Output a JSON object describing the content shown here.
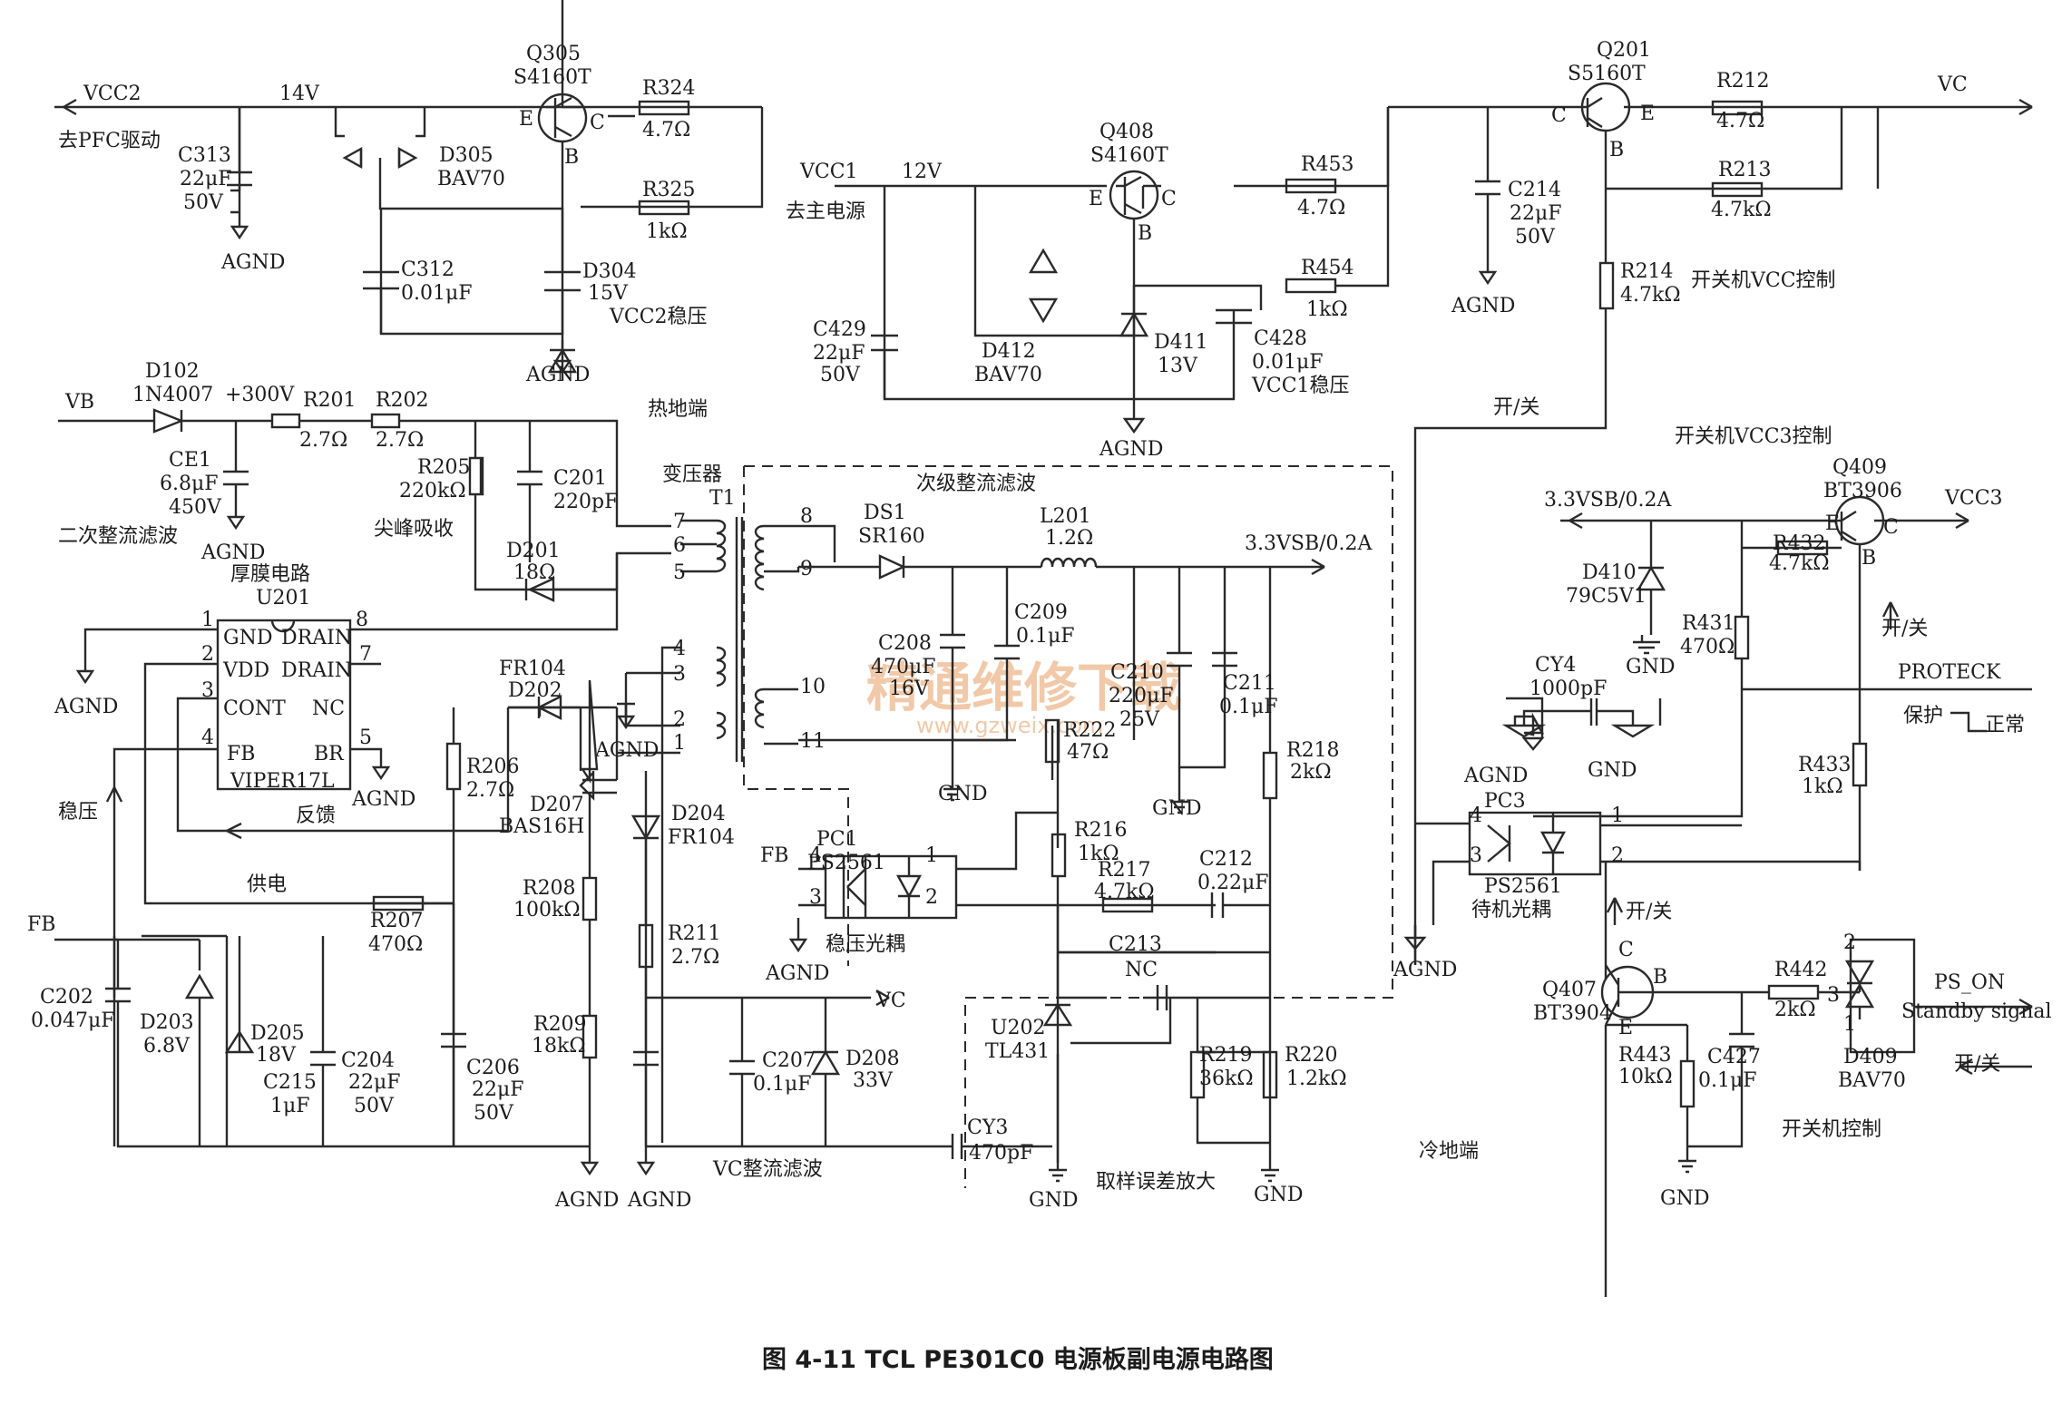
{
  "caption": "图 4-11   TCL PE301C0 电源板副电源电路图",
  "watermark": {
    "main": "精通维修下载",
    "url": "www.gzweix.com"
  },
  "nets": {
    "vcc2": "VCC2",
    "v14": "14V",
    "to_pfc": "去PFC驱动",
    "vcc1": "VCC1",
    "v12": "12V",
    "to_main": "去主电源",
    "vc_in": "VC",
    "vb": "VB",
    "v300": "+300V",
    "v33_main": "3.3VSB/0.2A",
    "v33_right": "3.3VSB/0.2A",
    "vcc3": "VCC3",
    "fb_left": "FB",
    "fb_pc1": "FB",
    "vc_out": "VC",
    "proteck": "PROTECK",
    "ps_on": "PS_ON",
    "standby": "Standby signal"
  },
  "components": {
    "q305": {
      "ref": "Q305",
      "part": "S4160T"
    },
    "q201": {
      "ref": "Q201",
      "part": "S5160T"
    },
    "q408": {
      "ref": "Q408",
      "part": "S4160T"
    },
    "q409": {
      "ref": "Q409",
      "part": "BT3906"
    },
    "q407": {
      "ref": "Q407",
      "part": "BT3904"
    },
    "r324": {
      "ref": "R324",
      "val": "4.7Ω"
    },
    "r325": {
      "ref": "R325",
      "val": "1kΩ"
    },
    "r212": {
      "ref": "R212",
      "val": "4.7Ω"
    },
    "r213": {
      "ref": "R213",
      "val": "4.7kΩ"
    },
    "r453": {
      "ref": "R453",
      "val": "4.7Ω"
    },
    "r454": {
      "ref": "R454",
      "val": "1kΩ"
    },
    "r214": {
      "ref": "R214",
      "val": "4.7kΩ"
    },
    "c313": {
      "ref": "C313",
      "val": "22μF",
      "v": "50V"
    },
    "c312": {
      "ref": "C312",
      "val": "0.01μF"
    },
    "d305": {
      "ref": "D305",
      "part": "BAV70"
    },
    "d304": {
      "ref": "D304",
      "val": "15V"
    },
    "c214": {
      "ref": "C214",
      "val": "22μF",
      "v": "50V"
    },
    "c429": {
      "ref": "C429",
      "val": "22μF",
      "v": "50V"
    },
    "d412": {
      "ref": "D412",
      "part": "BAV70"
    },
    "d411": {
      "ref": "D411",
      "val": "13V"
    },
    "c428": {
      "ref": "C428",
      "val": "0.01μF"
    },
    "d102": {
      "ref": "D102",
      "part": "1N4007"
    },
    "ce1": {
      "ref": "CE1",
      "val": "6.8μF",
      "v": "450V"
    },
    "r201": {
      "ref": "R201",
      "val": "2.7Ω"
    },
    "r202": {
      "ref": "R202",
      "val": "2.7Ω"
    },
    "r205": {
      "ref": "R205",
      "val": "220kΩ"
    },
    "c201": {
      "ref": "C201",
      "val": "220pF"
    },
    "d201": {
      "ref": "D201",
      "val": "18Ω"
    },
    "t1": {
      "ref": "T1",
      "name": "变压器"
    },
    "u201": {
      "ref": "U201",
      "part": "VIPER17L",
      "group": "厚膜电路"
    },
    "fr104": {
      "ref": "FR104",
      "sub": "D202"
    },
    "r206": {
      "ref": "R206",
      "val": "2.7Ω"
    },
    "d207": {
      "ref": "D207",
      "part": "BAS16H"
    },
    "r208": {
      "ref": "R208",
      "val": "100kΩ"
    },
    "r209": {
      "ref": "R209",
      "val": "18kΩ"
    },
    "r207": {
      "ref": "R207",
      "val": "470Ω"
    },
    "c202": {
      "ref": "C202",
      "val": "0.047μF"
    },
    "d203": {
      "ref": "D203",
      "val": "6.8V"
    },
    "d205": {
      "ref": "D205",
      "val": "18V"
    },
    "c215": {
      "ref": "C215",
      "val": "1μF"
    },
    "c204": {
      "ref": "C204",
      "val": "22μF",
      "v": "50V"
    },
    "c206": {
      "ref": "C206",
      "val": "22μF",
      "v": "50V"
    },
    "d204": {
      "ref": "D204",
      "part": "FR104"
    },
    "r211": {
      "ref": "R211",
      "val": "2.7Ω"
    },
    "c207": {
      "ref": "C207",
      "val": "0.1μF"
    },
    "d208": {
      "ref": "D208",
      "val": "33V"
    },
    "cy3": {
      "ref": "CY3",
      "val": "470pF"
    },
    "ds1": {
      "ref": "DS1",
      "part": "SR160"
    },
    "l201": {
      "ref": "L201",
      "val": "1.2Ω"
    },
    "c208": {
      "ref": "C208",
      "val": "470μF",
      "v": "16V"
    },
    "c209": {
      "ref": "C209",
      "val": "0.1μF"
    },
    "c210": {
      "ref": "C210",
      "val": "220μF",
      "v": "25V"
    },
    "c211": {
      "ref": "C211",
      "val": "0.1μF"
    },
    "r222": {
      "ref": "R222",
      "val": "47Ω"
    },
    "r218": {
      "ref": "R218",
      "val": "2kΩ"
    },
    "pc1": {
      "ref": "PC1",
      "part": "PS2561"
    },
    "r216": {
      "ref": "R216",
      "val": "1kΩ"
    },
    "r217": {
      "ref": "R217",
      "val": "4.7kΩ"
    },
    "c212": {
      "ref": "C212",
      "val": "0.22μF"
    },
    "c213": {
      "ref": "C213",
      "val": "NC"
    },
    "u202": {
      "ref": "U202",
      "part": "TL431"
    },
    "r219": {
      "ref": "R219",
      "val": "36kΩ"
    },
    "r220": {
      "ref": "R220",
      "val": "1.2kΩ"
    },
    "d410": {
      "ref": "D410",
      "part": "79C5V1"
    },
    "r432": {
      "ref": "R432",
      "val": "4.7kΩ"
    },
    "r431": {
      "ref": "R431",
      "val": "470Ω"
    },
    "r433": {
      "ref": "R433",
      "val": "1kΩ"
    },
    "cy4": {
      "ref": "CY4",
      "val": "1000pF"
    },
    "pc3": {
      "ref": "PC3",
      "part": "PS2561",
      "desc": "待机光耦"
    },
    "r442": {
      "ref": "R442",
      "val": "2kΩ"
    },
    "r443": {
      "ref": "R443",
      "val": "10kΩ"
    },
    "c427": {
      "ref": "C427",
      "val": "0.1μF"
    },
    "d409": {
      "ref": "D409",
      "part": "BAV70"
    }
  },
  "pins": {
    "u201": {
      "p1": "GND",
      "p2": "VDD",
      "p3": "CONT",
      "p4": "FB",
      "p8": "DRAIN",
      "p7": "DRAIN",
      "p6": "NC",
      "p5": "BR"
    },
    "bjt": {
      "e": "E",
      "b": "B",
      "c": "C"
    }
  },
  "annotations": {
    "vcc2_reg": "VCC2稳压",
    "vcc1_reg": "VCC1稳压",
    "sw_vcc_ctrl": "开关机VCC控制",
    "sw_vcc3_ctrl": "开关机VCC3控制",
    "sw_ctrl": "开关机控制",
    "hot": "热地端",
    "cold": "冷地端",
    "secondary_rect": "次级整流滤波",
    "second_rect": "二次整流滤波",
    "spike": "尖峰吸收",
    "regulate": "稳压",
    "feedback": "反馈",
    "supply": "供电",
    "reg_opto": "稳压光耦",
    "vc_rect": "VC整流滤波",
    "sampling": "取样误差放大",
    "protect": "保护",
    "normal": "正常",
    "kai_song": "开/关"
  },
  "grounds": {
    "agnd": "AGND",
    "gnd": "GND"
  }
}
